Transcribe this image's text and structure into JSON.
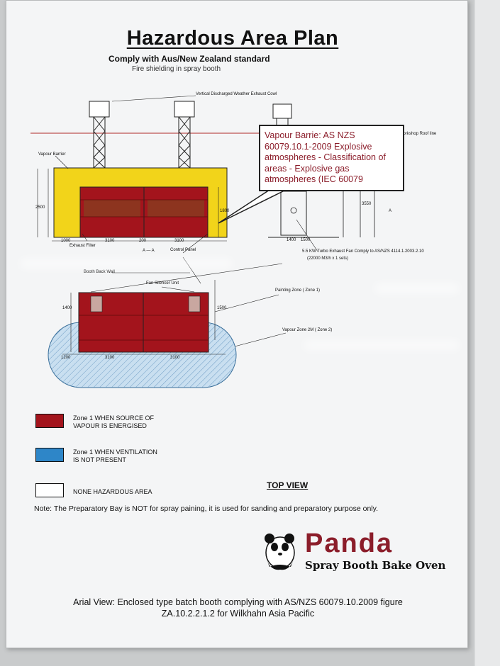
{
  "poster": {
    "title": "Hazardous Area Plan",
    "subtitle": "Comply with Aus/New Zealand standard",
    "subtitle_line2": "Fire shielding in spray booth"
  },
  "diagram": {
    "labels": {
      "cowl": "Vertical Discharged Weather Exhaust Cowl",
      "roofline": "Workshop Roof line",
      "vapour_barrier": "Vapour Barrier",
      "exhaust_filter": "Exhaust Filter",
      "section": "A — A",
      "control_panel": "Control Panel",
      "fan_note": "5.5 KW Turbo Exhaust Fan Comply to AS/NZS 4114.1.2003.2.10",
      "fan_note2": "(22000 M3/h x 1 sets)",
      "back_wall": "Booth Back Wall",
      "fan_silencer": "Fan Silencer Unit",
      "painting_zone": "Painting Zone ( Zone 1)",
      "vapour_zone": "Vapour Zone 2M ( Zone 2)",
      "dim_1000": "1000",
      "dim_3100a": "3100",
      "dim_200": "200",
      "dim_3100b": "3100",
      "dim_1400": "1400",
      "dim_1500": "1500",
      "dim_2500": "2500",
      "dim_1800": "1800",
      "dim_3550": "3550",
      "dim_1400b": "1400",
      "dim_3100c": "3100",
      "dim_3100d": "3100",
      "dim_1200": "1200",
      "dim_1500b": "1500",
      "marker_a": "A"
    }
  },
  "callout": {
    "text": "Vapour Barrie: AS NZS 60079.10.1-2009 Explosive atmospheres - Classification of areas - Explosive gas atmospheres (IEC 60079"
  },
  "legend": [
    {
      "color": "#a3141c",
      "text_line1": "Zone 1 WHEN SOURCE OF",
      "text_line2": "VAPOUR IS ENERGISED"
    },
    {
      "color": "#2e86c8",
      "text_line1": "Zone 1 WHEN VENTILATION",
      "text_line2": "IS NOT PRESENT"
    },
    {
      "color": "#ffffff",
      "text_line1": "NONE HAZARDOUS AREA",
      "text_line2": ""
    }
  ],
  "top_view_label": "TOP VIEW",
  "note": "Note: The Preparatory Bay is NOT for spray paining, it is used for sanding and preparatory purpose only.",
  "brand": {
    "name": "Panda",
    "tagline": "Spray Booth Bake Oven",
    "logo_icon": "panda-icon"
  },
  "footer": {
    "line1": "Arial View:  Enclosed type batch booth complying with AS/NZS 60079.10.2009 figure",
    "line2": "ZA.10.2.2.1.2 for Wilkhahn Asia Pacific"
  },
  "colors": {
    "zone1_red": "#a3141c",
    "barrier_yellow": "#f2d41a",
    "zone2_blue": "#c9dff0",
    "brand_red": "#8b1d2a"
  }
}
